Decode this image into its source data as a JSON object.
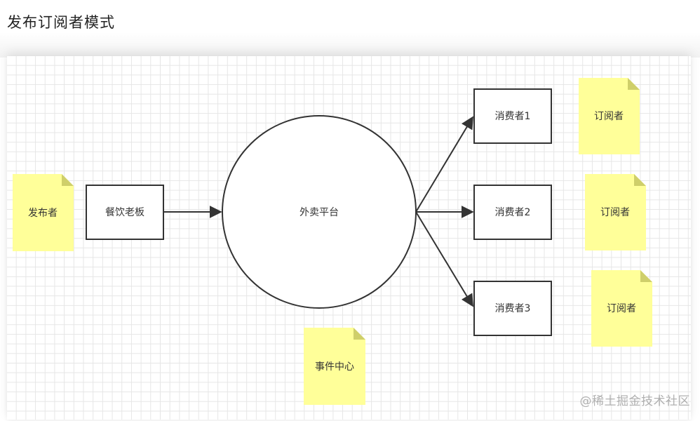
{
  "title": "发布订阅者模式",
  "diagram": {
    "publisher_note": "发布者",
    "restaurant_box": "餐饮老板",
    "platform_circle": "外卖平台",
    "event_center_note": "事件中心",
    "consumers": [
      "消费者1",
      "消费者2",
      "消费者3"
    ],
    "subscriber_notes": [
      "订阅者",
      "订阅者",
      "订阅者"
    ]
  },
  "colors": {
    "note_fill": "#ffff99",
    "note_fold": "#cfcf6a",
    "stroke": "#333333"
  },
  "watermark": "@稀土掘金技术社区"
}
